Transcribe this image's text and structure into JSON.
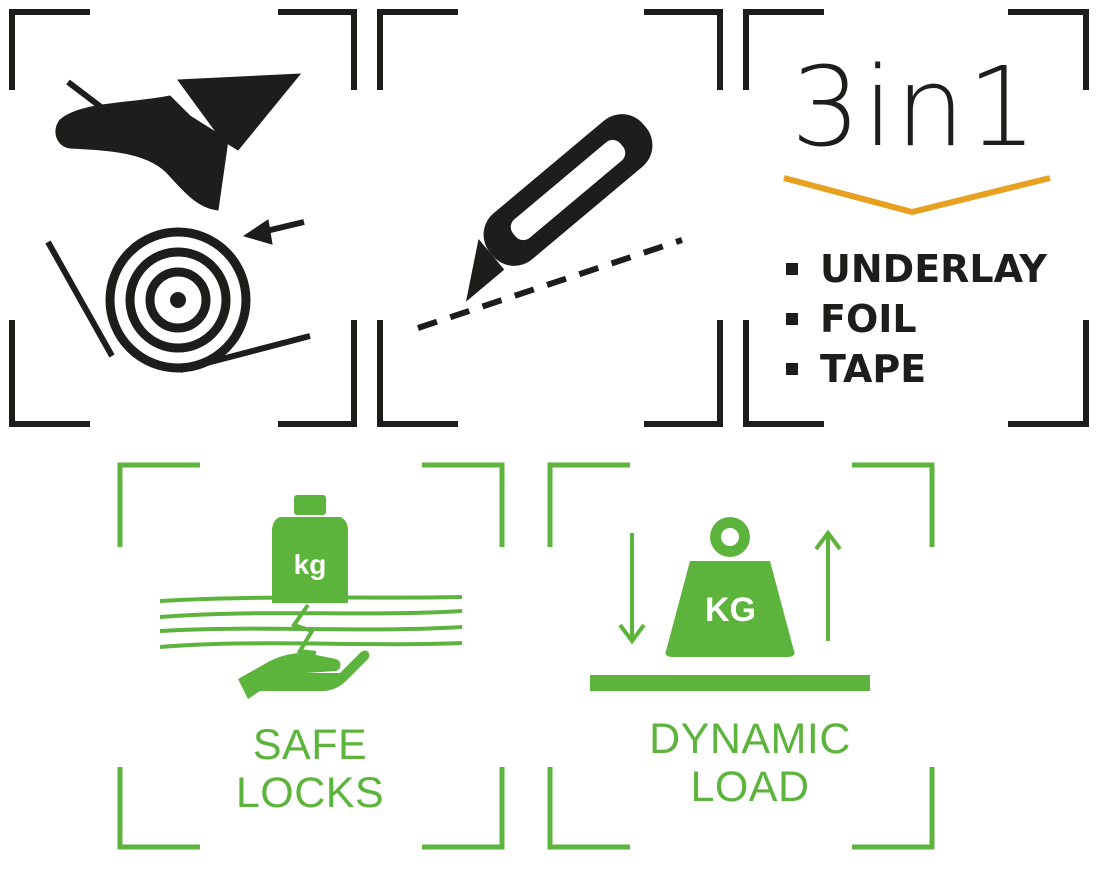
{
  "tiles": {
    "roll": {
      "icon": "foot-roll-icon"
    },
    "cutter": {
      "icon": "utility-knife-icon"
    },
    "three_in_one": {
      "title": "3in1",
      "items": [
        "UNDERLAY",
        "FOIL",
        "TAPE"
      ]
    },
    "safe_locks": {
      "icon": "weight-hand-icon",
      "weight_label": "kg",
      "label_line1": "SAFE",
      "label_line2": "LOCKS"
    },
    "dynamic_load": {
      "icon": "kettlebell-arrows-icon",
      "weight_label": "KG",
      "label_line1": "DYNAMIC",
      "label_line2": "LOAD"
    }
  },
  "colors": {
    "frame_dark": "#1d1d1b",
    "frame_green": "#5cb43c",
    "accent_orange": "#e8a020"
  }
}
